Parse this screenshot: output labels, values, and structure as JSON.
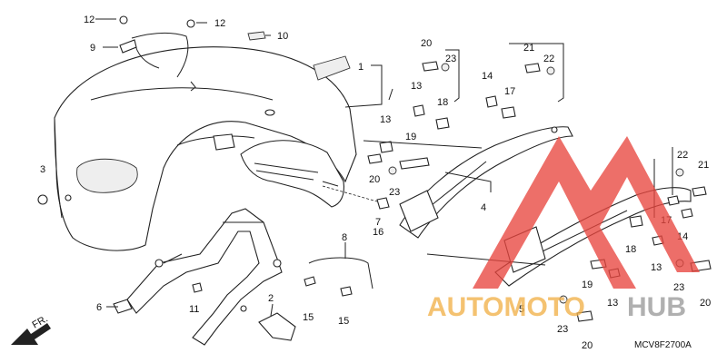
{
  "diagram_code": "MCV8F2700A",
  "front_indicator": "FR.",
  "callouts": [
    {
      "id": "c1",
      "label": "1"
    },
    {
      "id": "c2",
      "label": "2"
    },
    {
      "id": "c3",
      "label": "3"
    },
    {
      "id": "c4",
      "label": "4"
    },
    {
      "id": "c5",
      "label": "5"
    },
    {
      "id": "c6",
      "label": "6"
    },
    {
      "id": "c7",
      "label": "7"
    },
    {
      "id": "c8",
      "label": "8"
    },
    {
      "id": "c9",
      "label": "9"
    },
    {
      "id": "c10",
      "label": "10"
    },
    {
      "id": "c11",
      "label": "11"
    },
    {
      "id": "c12a",
      "label": "12"
    },
    {
      "id": "c12b",
      "label": "12"
    },
    {
      "id": "c13a",
      "label": "13"
    },
    {
      "id": "c13b",
      "label": "13"
    },
    {
      "id": "c13c",
      "label": "13"
    },
    {
      "id": "c13d",
      "label": "13"
    },
    {
      "id": "c14a",
      "label": "14"
    },
    {
      "id": "c14b",
      "label": "14"
    },
    {
      "id": "c15a",
      "label": "15"
    },
    {
      "id": "c15b",
      "label": "15"
    },
    {
      "id": "c16",
      "label": "16"
    },
    {
      "id": "c17a",
      "label": "17"
    },
    {
      "id": "c17b",
      "label": "17"
    },
    {
      "id": "c18a",
      "label": "18"
    },
    {
      "id": "c18b",
      "label": "18"
    },
    {
      "id": "c19a",
      "label": "19"
    },
    {
      "id": "c19b",
      "label": "19"
    },
    {
      "id": "c20a",
      "label": "20"
    },
    {
      "id": "c20b",
      "label": "20"
    },
    {
      "id": "c20c",
      "label": "20"
    },
    {
      "id": "c20d",
      "label": "20"
    },
    {
      "id": "c21a",
      "label": "21"
    },
    {
      "id": "c21b",
      "label": "21"
    },
    {
      "id": "c22a",
      "label": "22"
    },
    {
      "id": "c22b",
      "label": "22"
    },
    {
      "id": "c23a",
      "label": "23"
    },
    {
      "id": "c23b",
      "label": "23"
    },
    {
      "id": "c23c",
      "label": "23"
    },
    {
      "id": "c23d",
      "label": "23"
    }
  ],
  "watermark": {
    "word1": "AUTOMOTO",
    "word2": "HUB",
    "color_orange": "#f2b14a",
    "color_gray": "#9a9a9a",
    "color_red": "#e8463f"
  }
}
